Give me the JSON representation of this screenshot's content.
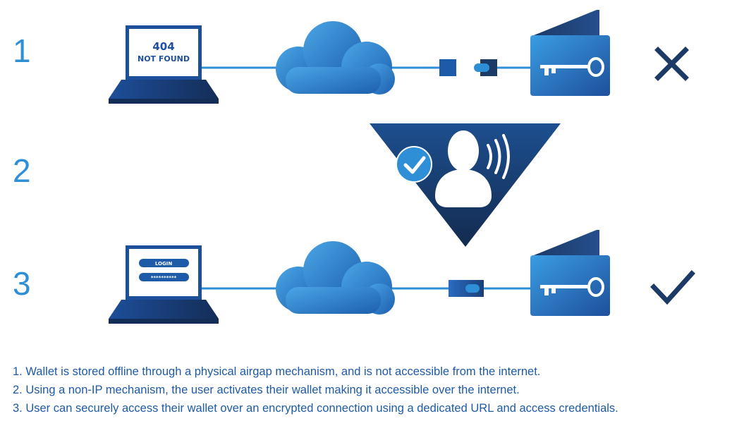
{
  "steps": [
    {
      "number": "1",
      "caption": "1. Wallet is stored offline through a physical airgap mechanism, and is not accessible from the internet.",
      "status_icon": "cross-icon"
    },
    {
      "number": "2",
      "caption": "2. Using a non-IP mechanism, the user activates their wallet making it accessible over the internet.",
      "status_icon": "check-badge-icon"
    },
    {
      "number": "3",
      "caption": "3. User can securely access their wallet over an encrypted connection using a dedicated URL and access credentials.",
      "status_icon": "check-icon"
    }
  ],
  "laptop1": {
    "line1": "404",
    "line2": "NOT FOUND"
  },
  "laptop3": {
    "login_label": "LOGIN",
    "password_mask": "**********"
  },
  "icons": [
    "laptop-icon",
    "cloud-icon",
    "connector-plug-icon",
    "wallet-key-icon",
    "user-voice-icon",
    "cross-icon",
    "check-icon"
  ],
  "colors": {
    "primary_blue": "#2e8fd6",
    "dark_navy": "#1b3a66",
    "text_blue": "#1e5aa6"
  }
}
